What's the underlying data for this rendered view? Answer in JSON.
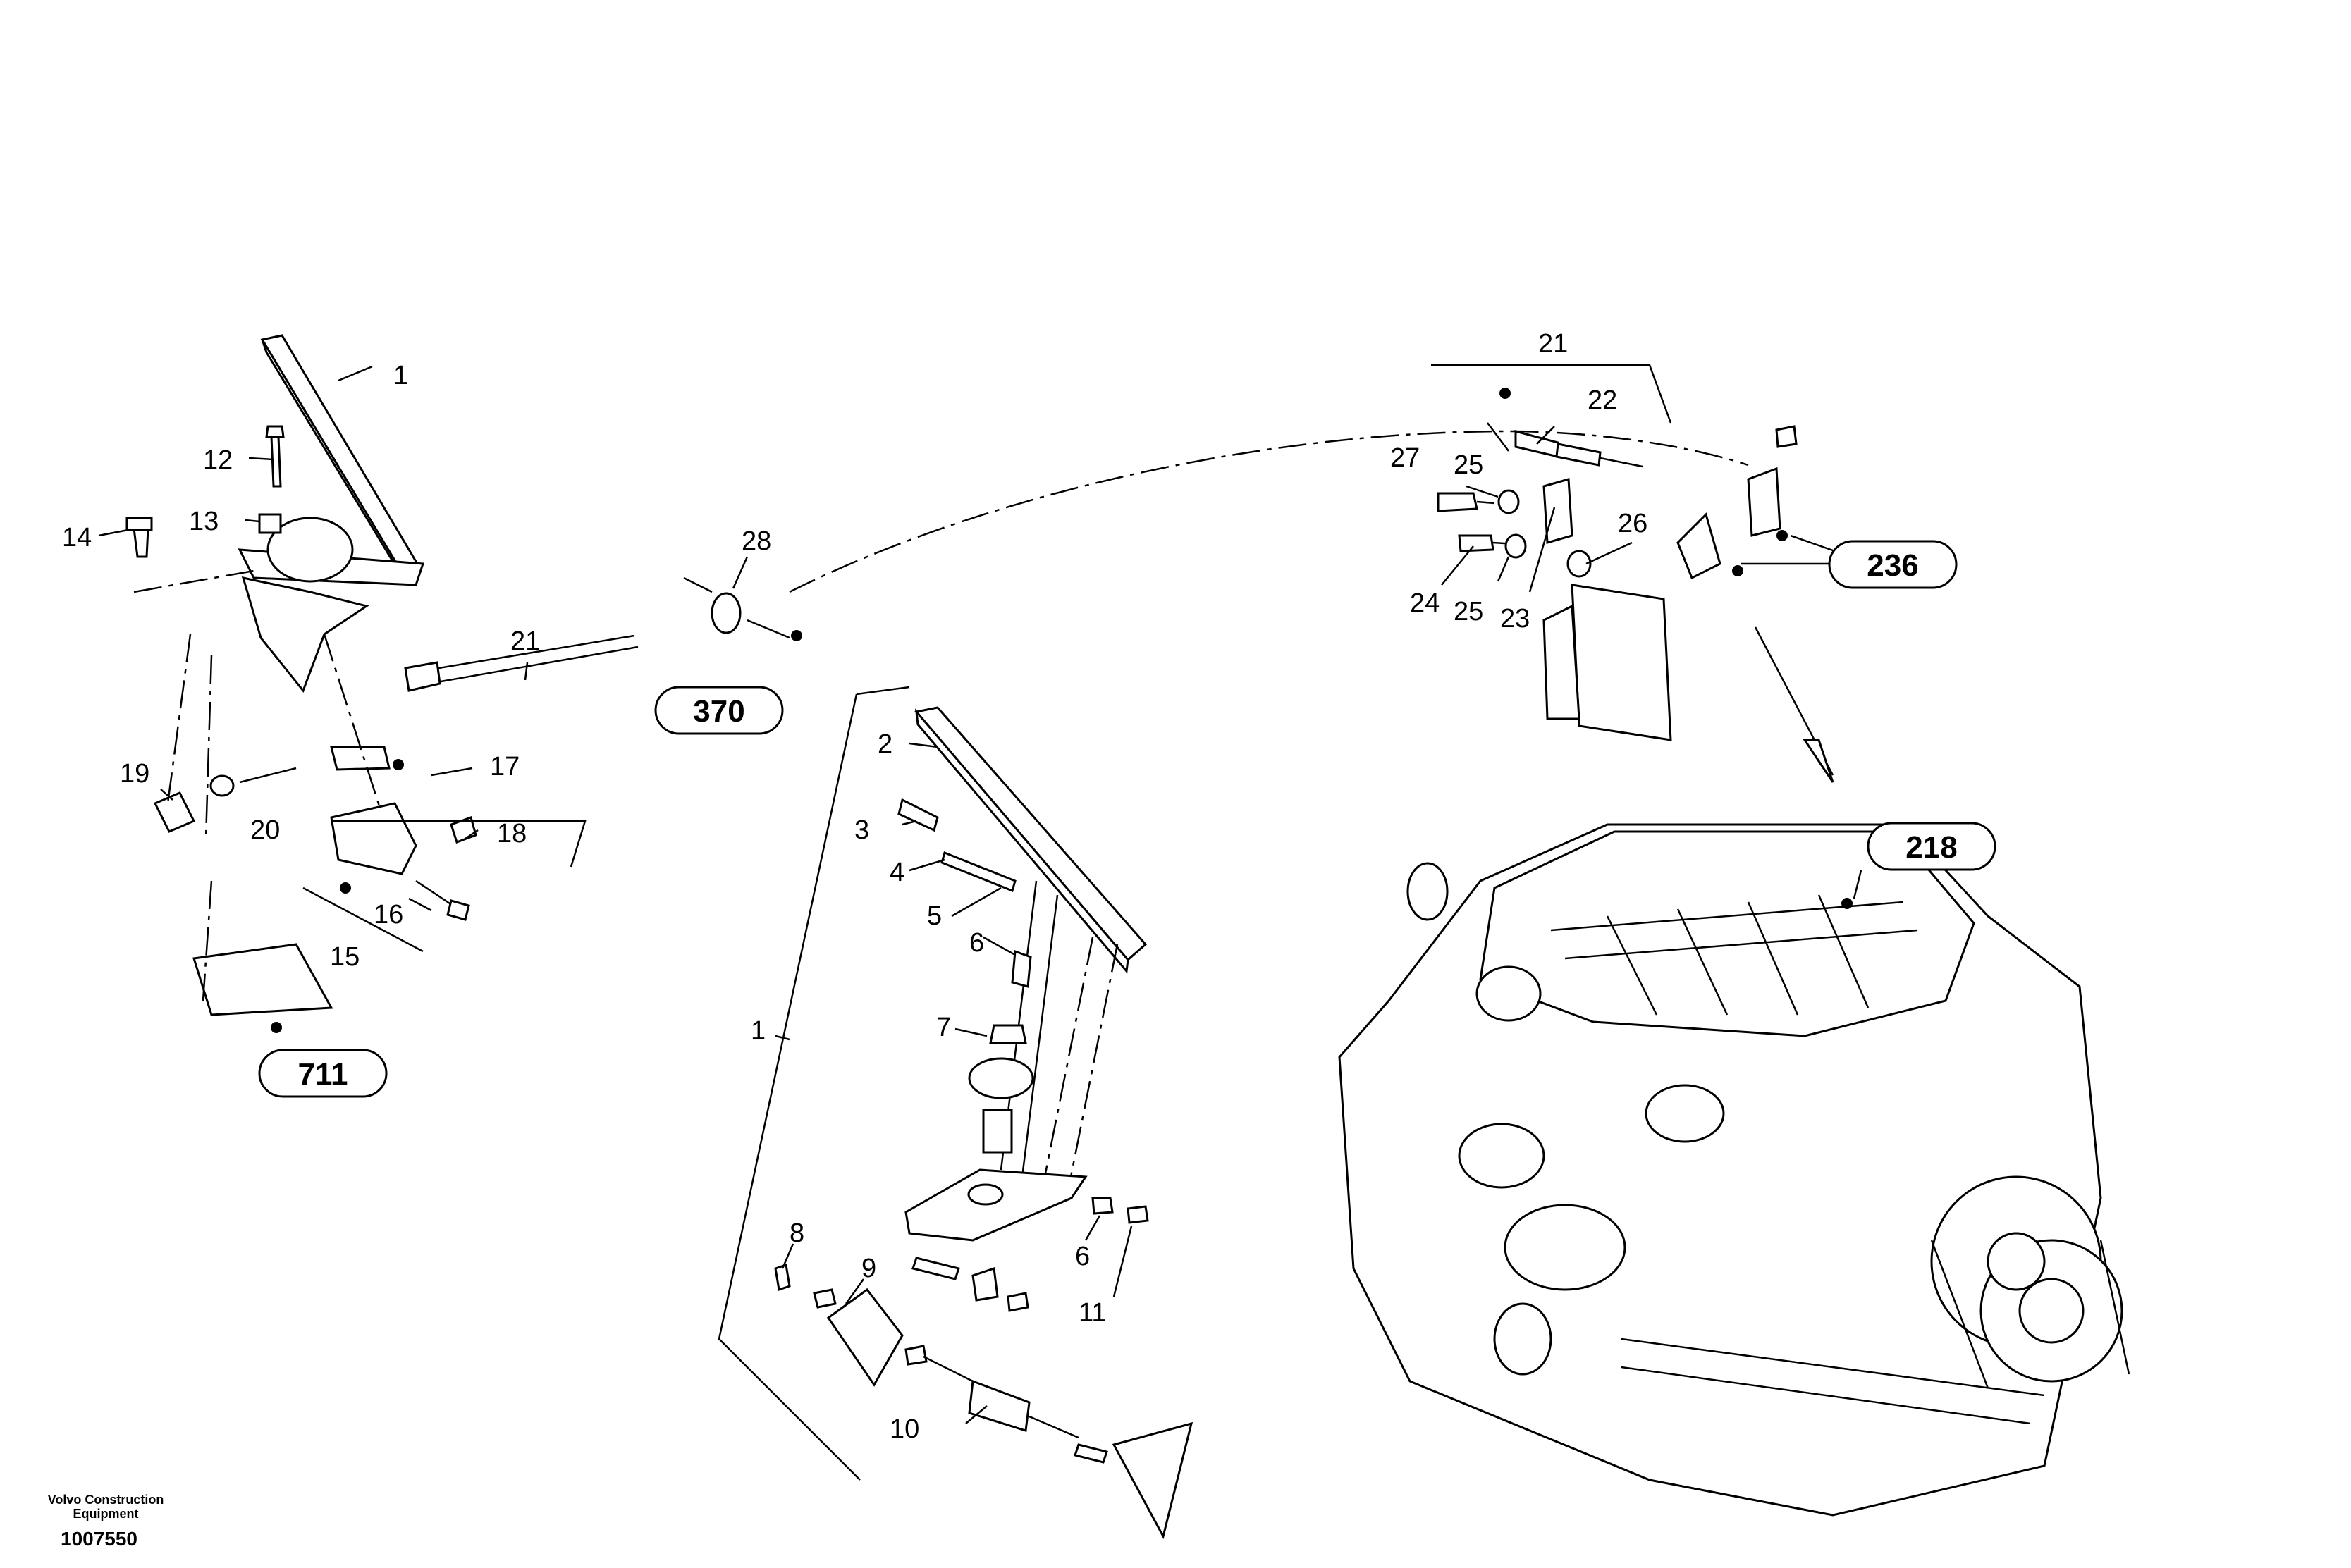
{
  "references": [
    "236",
    "370",
    "711",
    "218"
  ],
  "callouts": {
    "c1_top": "1",
    "c12": "12",
    "c13": "13",
    "c14": "14",
    "c28": "28",
    "c21_left": "21",
    "c17": "17",
    "c19": "19",
    "c20": "20",
    "c18": "18",
    "c16": "16",
    "c15": "15",
    "c2": "2",
    "c3": "3",
    "c4": "4",
    "c5": "5",
    "c6_upper": "6",
    "c7": "7",
    "c1_bracket": "1",
    "c8": "8",
    "c9": "9",
    "c6_lower": "6",
    "c11": "11",
    "c10": "10",
    "c21_right": "21",
    "c22": "22",
    "c27": "27",
    "c25_upper": "25",
    "c26": "26",
    "c24": "24",
    "c25_lower": "25",
    "c23": "23"
  },
  "footer": {
    "brand_line1": "Volvo Construction",
    "brand_line2": "Equipment",
    "doc_id": "1007550"
  }
}
